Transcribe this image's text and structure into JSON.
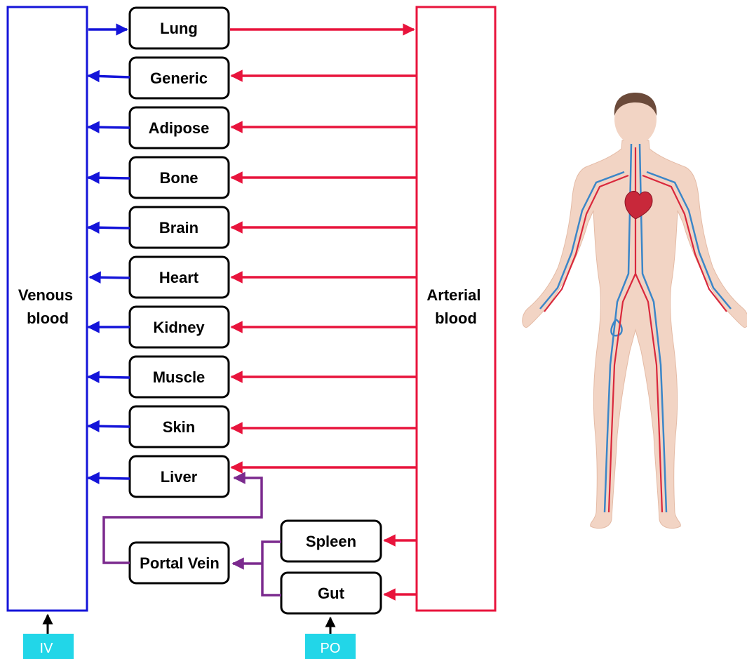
{
  "diagram": {
    "venous_label_line1": "Venous",
    "venous_label_line2": "blood",
    "arterial_label_line1": "Arterial",
    "arterial_label_line2": "blood",
    "organs": [
      "Lung",
      "Generic",
      "Adipose",
      "Bone",
      "Brain",
      "Heart",
      "Kidney",
      "Muscle",
      "Skin",
      "Liver"
    ],
    "portal_vein": "Portal Vein",
    "spleen": "Spleen",
    "gut": "Gut",
    "iv_label": "IV",
    "po_label": "PO"
  },
  "colors": {
    "venous": "#1414d9",
    "arterial": "#e8143c",
    "portal": "#7b2a8e",
    "route_box": "#22d6e8",
    "box_border": "#000000",
    "skin": "#f2d4c4",
    "hair": "#6b4a3a"
  },
  "illustration": "human-circulatory-system"
}
